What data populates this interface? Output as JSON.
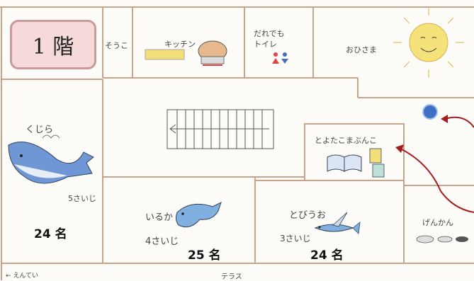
{
  "floor": {
    "label": "1 階"
  },
  "rooms": {
    "storage": "そうこ",
    "kitchen": "キッチン",
    "toilet": "だれでも\nトイレ",
    "sun_room": "おひさま",
    "library": "とよたこまぶんこ",
    "whale": {
      "name": "くじら",
      "age": "5さいじ",
      "count": "24 名"
    },
    "dolphin": {
      "name": "いるか",
      "age": "4さいじ",
      "count": "25 名"
    },
    "flyingfish": {
      "name": "とびうお",
      "age": "3さいじ",
      "count": "24 名"
    },
    "entrance": "げんかん",
    "garden": "← えんてい",
    "terrace": "テラス"
  },
  "colors": {
    "wall": "#c9a48a",
    "arrow": "#a51d1d",
    "marker": "#3f6fc0",
    "badge_fill": "#f6dada",
    "badge_border": "#c89a9a"
  }
}
